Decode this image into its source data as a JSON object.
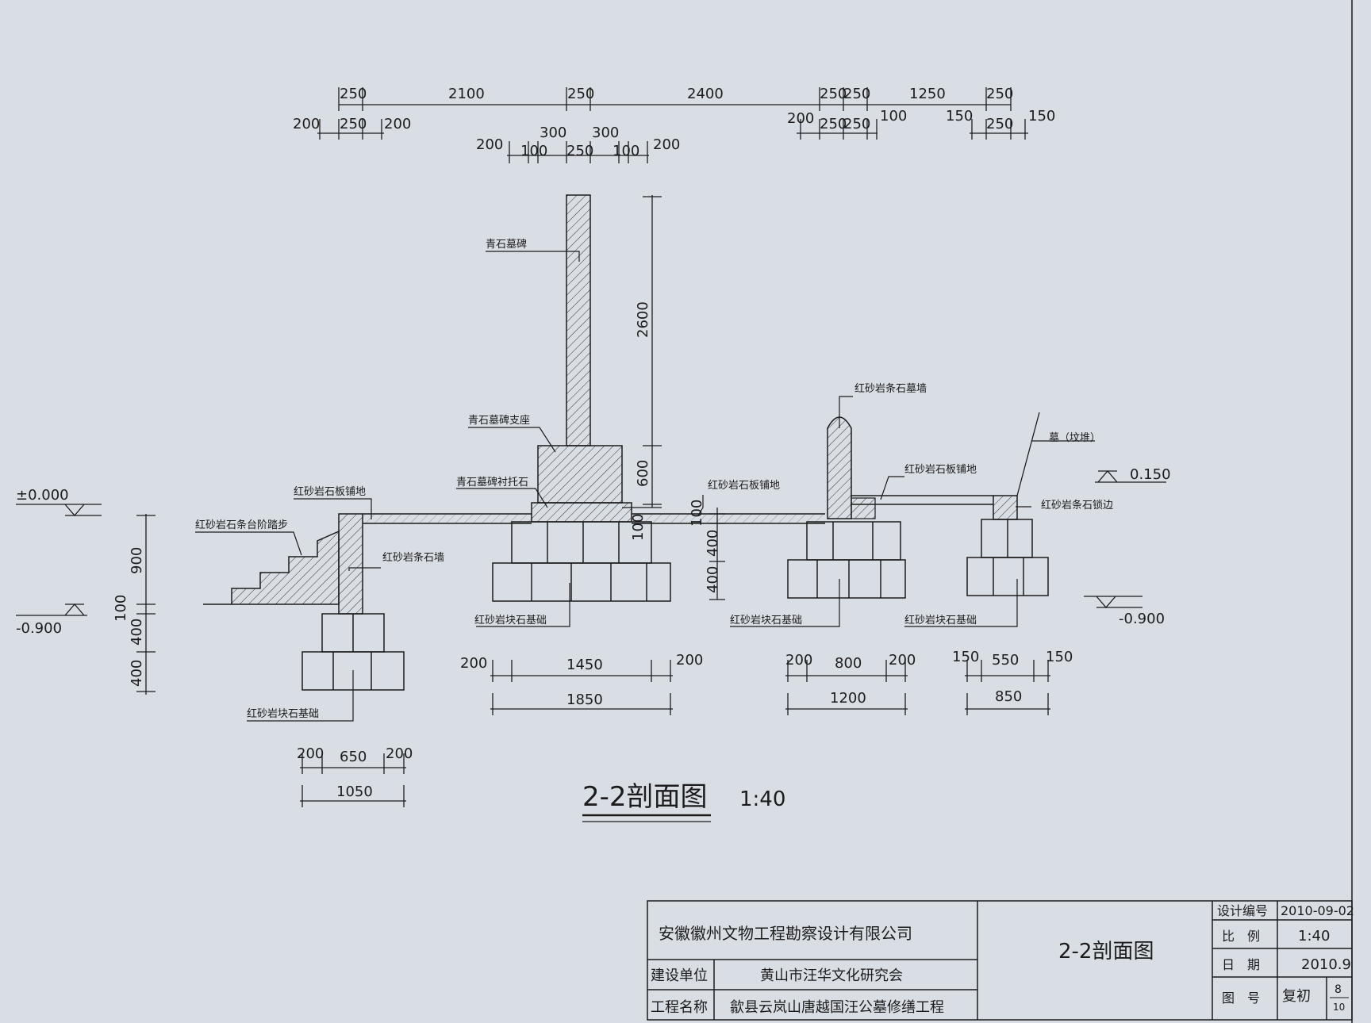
{
  "drawing": {
    "title": "2-2剖面图",
    "scale": "1:40",
    "top_dims_row1": [
      "250",
      "2100",
      "250",
      "2400",
      "250",
      "250",
      "1250",
      "250"
    ],
    "top_dims_row2": [
      "200",
      "250",
      "200",
      "200",
      "250",
      "250",
      "100",
      "150",
      "250",
      "150"
    ],
    "top_dims_row3": [
      "300",
      "300",
      "200",
      "100",
      "250",
      "100",
      "200"
    ],
    "labels": {
      "bluestone_tablet": "青石墓碑",
      "tablet_base": "青石墓碑支座",
      "tablet_plinth": "青石墓碑衬托石",
      "paving_left": "红砂岩石板铺地",
      "paving_mid": "红砂岩石板铺地",
      "paving_right": "红砂岩石板铺地",
      "steps": "红砂岩石条台阶踏步",
      "wall_left": "红砂岩条石墙",
      "wall_right": "红砂岩条石墓墙",
      "mound": "墓（坟堆）",
      "edge": "红砂岩条石锁边",
      "foundation_1": "红砂岩块石基础",
      "foundation_2": "红砂岩块石基础",
      "foundation_3": "红砂岩块石基础",
      "foundation_4": "红砂岩块石基础"
    },
    "elevations": {
      "zero": "±0.000",
      "minus_left": "-0.900",
      "plus_right": "0.150",
      "minus_right": "-0.900"
    },
    "vertical_dims": {
      "tablet_height": "2600",
      "base_height": "600",
      "plinth_100": "100",
      "gap_100": "100",
      "found_400a": "400",
      "found_400b": "400",
      "left_900": "900",
      "left_100": "100",
      "left_400a": "400",
      "left_400b": "400"
    },
    "bottom_dims": {
      "f1": [
        "200",
        "650",
        "200",
        "1050"
      ],
      "f2": [
        "200",
        "1450",
        "200",
        "1850"
      ],
      "f3": [
        "200",
        "800",
        "200",
        "1200"
      ],
      "f4": [
        "150",
        "550",
        "150",
        "850"
      ]
    }
  },
  "title_block": {
    "company": "安徽徽州文物工程勘察设计有限公司",
    "client_label": "建设单位",
    "client_value": "黄山市汪华文化研究会",
    "project_label": "工程名称",
    "project_value": "歙县云岚山唐越国汪公墓修缮工程",
    "sheet_title": "2-2剖面图",
    "design_no_label": "设计编号",
    "design_no_value": "2010-09-02",
    "scale_label": "比　例",
    "scale_value": "1:40",
    "date_label": "日　期",
    "date_value": "2010.9",
    "drawing_no_label": "图　号",
    "drawing_no_value": "复初",
    "sheet_num": "8",
    "sheet_total": "10"
  },
  "colors": {
    "paper": "#d9dde4",
    "ink": "#1c1c1c"
  }
}
